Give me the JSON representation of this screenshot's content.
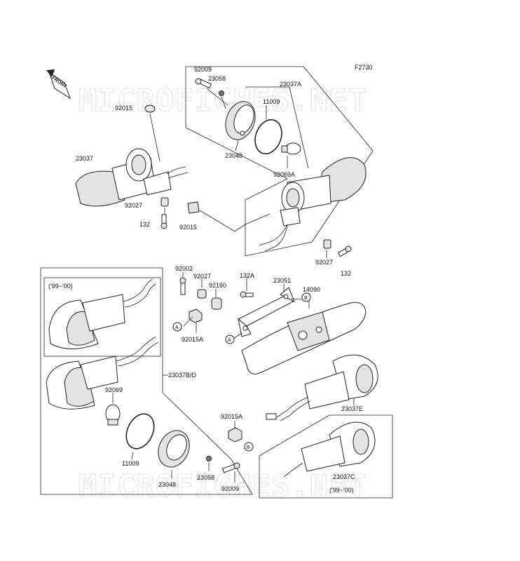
{
  "diagram_code": "F2730",
  "watermark": "MICROFICHES.NET",
  "front_label": "FRONT",
  "year_label_top": "('99~'00)",
  "year_label_bottom": "('99~'00)",
  "callouts": {
    "A": "A",
    "B": "B"
  },
  "parts": {
    "p92009_top": "92009",
    "p23058_top": "23058",
    "p23037A": "23037A",
    "p11009_top": "11009",
    "p92015_top": "92015",
    "p23037": "23037",
    "p23048_top": "23048",
    "p92069A": "92069A",
    "p92027_left": "92027",
    "p132_left": "132",
    "p92015_mid": "92015",
    "p92027_right": "92027",
    "p132_right": "132",
    "p92002": "92002",
    "p92027_mid": "92027",
    "p92160": "92160",
    "p132A": "132A",
    "p23051": "23051",
    "p14090": "14090",
    "p92015A_mid": "92015A",
    "p23037BD": "23037B/D",
    "p92069": "92069",
    "p11009_bottom": "11009",
    "p23048_bottom": "23048",
    "p23058_bottom": "23058",
    "p92009_bottom": "92009",
    "p92015A_bottom": "92015A",
    "p23037E": "23037E",
    "p23037C": "23037C"
  }
}
